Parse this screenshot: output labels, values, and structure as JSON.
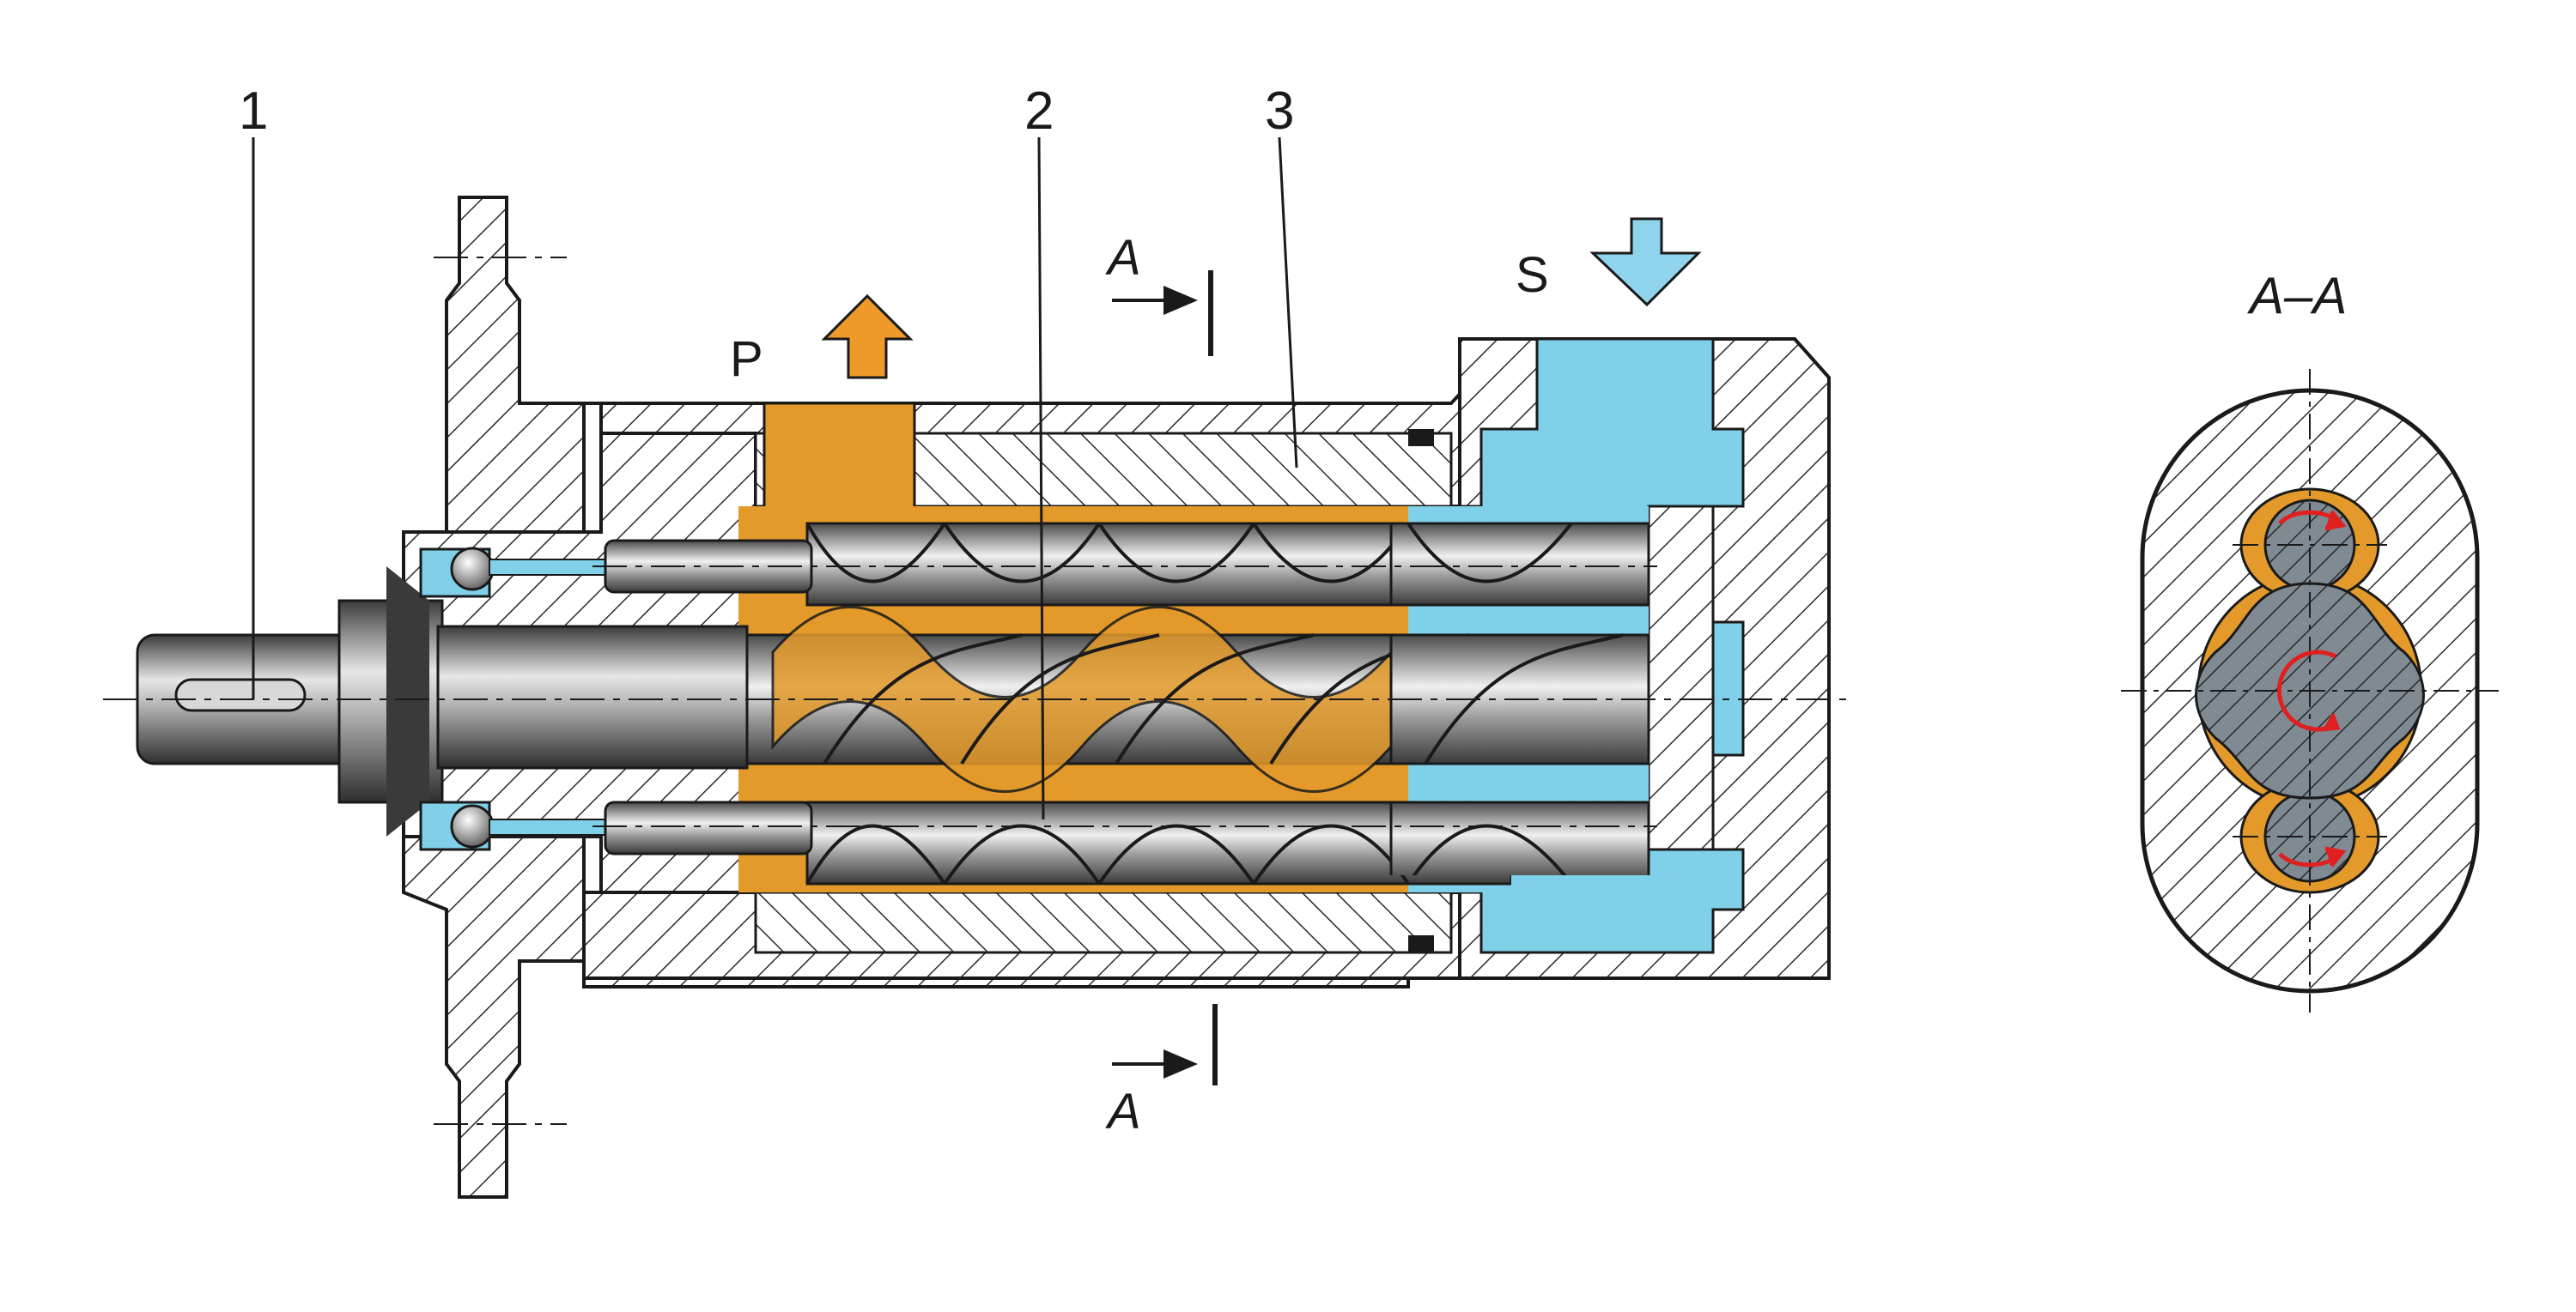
{
  "labels": {
    "part_1": "1",
    "part_2": "2",
    "part_3": "3",
    "pressure_port": "P",
    "suction_port": "S",
    "section_mark_top": "A",
    "section_mark_bottom": "A",
    "section_title": "A–A"
  },
  "colors": {
    "pressure_fluid": "#e39a2a",
    "suction_fluid": "#7fd0e8",
    "pressure_arrow": "#ee9a2a",
    "suction_arrow": "#8fd4ec",
    "housing_hatch": "#2a2a2a",
    "shaft_metal": "#9a9a9a",
    "rotation_arrow": "#e02020"
  },
  "icons": {
    "pressure_arrow": "up-arrow-icon",
    "suction_arrow": "down-arrow-icon",
    "section_arrows": "right-arrow-icon",
    "rotation_marks": "rotation-arrow-icon"
  }
}
